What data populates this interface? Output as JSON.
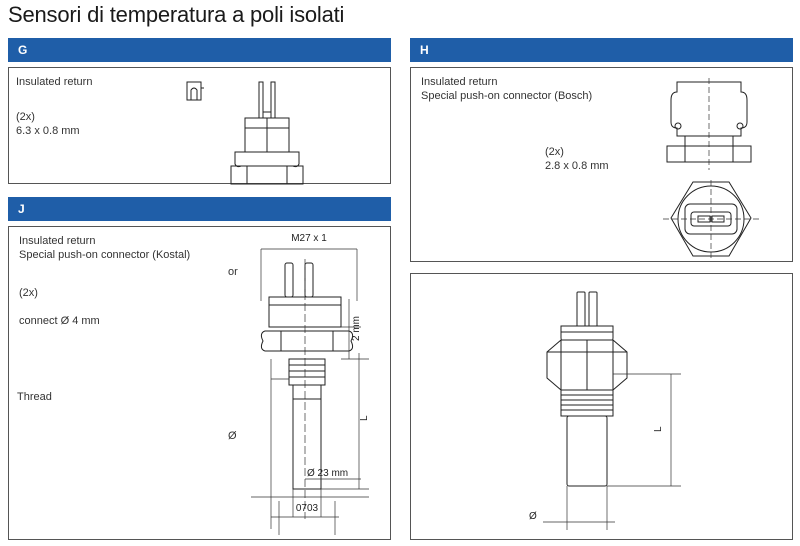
{
  "page": {
    "title": "Sensori di temperatura a poli isolati"
  },
  "sections": {
    "G": {
      "header": "G",
      "line1": "Insulated return",
      "count": "(2x)",
      "size": "6.3 x 0.8 mm"
    },
    "H": {
      "header": "H",
      "line1": "Insulated return",
      "line2": "Special push-on connector (Bosch)",
      "count": "(2x)",
      "size": "2.8 x 0.8 mm"
    },
    "J": {
      "header": "J",
      "line1": "Insulated return",
      "line2": "Special push-on connector (Kostal)",
      "or": "or",
      "count": "(2x)",
      "connect": "connect Ø 4 mm",
      "thread": "Thread",
      "diameter": "Ø",
      "dim_thread": "M27 x 1",
      "dim_height": "2 mm",
      "dim_length": "L",
      "dim_flange": "Ø 23 mm",
      "dim_code": "0703"
    },
    "photo": {
      "dim_length": "L",
      "dim_diameter": "Ø"
    }
  }
}
